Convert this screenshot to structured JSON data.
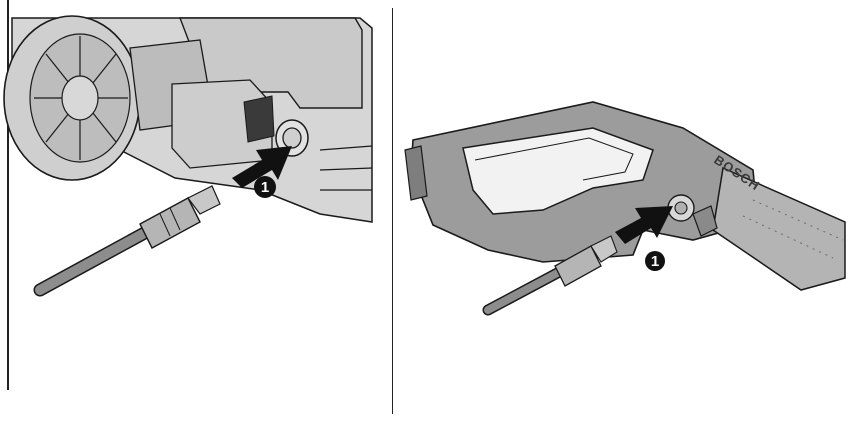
{
  "left_panel": {
    "step_marker": "1",
    "components": [
      "pump-housing",
      "fan-wheel",
      "inlet-port",
      "hose-connector",
      "high-pressure-hose",
      "push-arrow"
    ]
  },
  "right_panel": {
    "step_marker": "1",
    "brand_label": "BOSCH",
    "components": [
      "spray-gun",
      "trigger-guard",
      "gun-inlet-port",
      "hose-connector",
      "high-pressure-hose",
      "push-arrow"
    ]
  },
  "colors": {
    "housing_gray": "#d4d4d4",
    "machine_shadow": "#a8a8a8",
    "gun_gray": "#9a9a9a",
    "outline": "#1a1a1a",
    "arrow": "#111111",
    "marker": "#111111"
  }
}
